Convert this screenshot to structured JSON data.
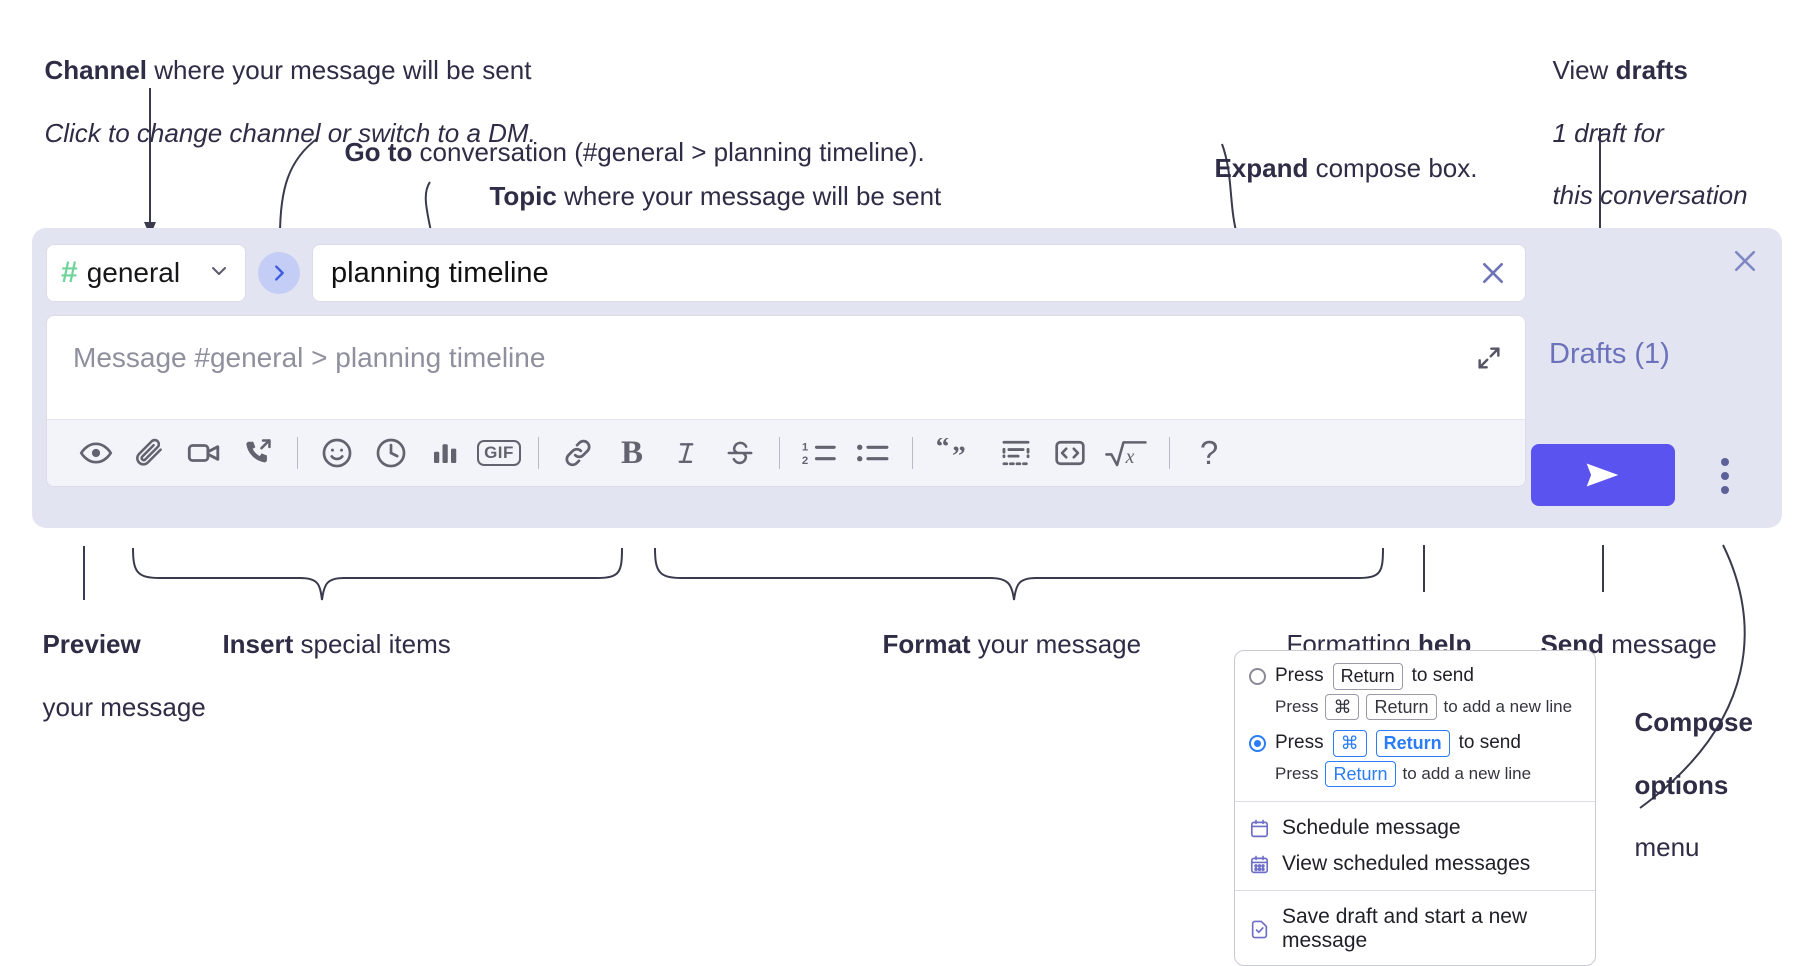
{
  "annotations": {
    "channel": {
      "bold": "Channel",
      "rest": " where your message will be sent",
      "italic": "Click to change channel or switch to a DM."
    },
    "goto": {
      "bold": "Go to",
      "rest": " conversation (#general > planning timeline)."
    },
    "topic": {
      "bold": "Topic",
      "rest": " where your message will be sent"
    },
    "expand": {
      "bold": "Expand",
      "rest": " compose box."
    },
    "drafts": {
      "line1a": "View ",
      "line1b": "drafts",
      "line2": "1 draft for",
      "line3": "this conversation"
    },
    "preview": {
      "bold": "Preview",
      "rest": "your message"
    },
    "insert": {
      "bold": "Insert",
      "rest": " special items"
    },
    "format": {
      "bold": "Format",
      "rest": " your message"
    },
    "help": {
      "rest": "Formatting ",
      "bold": "help"
    },
    "send": {
      "bold": "Send",
      "rest": " message"
    },
    "compose_options": {
      "bold1": "Compose",
      "bold2": "options",
      "rest": "menu"
    }
  },
  "compose": {
    "channel_name": "general",
    "channel_hash": "#",
    "goto_icon": "chevron-right-icon",
    "topic_value": "planning timeline",
    "topic_clear_icon": "close-icon",
    "message_placeholder": "Message #general > planning timeline",
    "expand_icon": "expand-icon",
    "panel_close_icon": "close-icon",
    "drafts_label": "Drafts (1)",
    "send_icon": "send-paper-plane-icon",
    "options_icon": "kebab-menu-icon"
  },
  "toolbar": {
    "items": [
      {
        "name": "preview-icon",
        "label": "Preview"
      },
      {
        "name": "attachment-paperclip-icon",
        "label": "Attach file"
      },
      {
        "name": "video-camera-icon",
        "label": "Record video clip"
      },
      {
        "name": "phone-forward-icon",
        "label": "Record audio clip"
      },
      {
        "name": "separator",
        "label": ""
      },
      {
        "name": "emoji-smiley-icon",
        "label": "Emoji"
      },
      {
        "name": "clock-icon",
        "label": "Reminder"
      },
      {
        "name": "poll-bar-chart-icon",
        "label": "Poll"
      },
      {
        "name": "gif-icon",
        "label": "GIF"
      },
      {
        "name": "separator",
        "label": ""
      },
      {
        "name": "link-icon",
        "label": "Link"
      },
      {
        "name": "bold-icon",
        "label": "Bold"
      },
      {
        "name": "italic-icon",
        "label": "Italic"
      },
      {
        "name": "strikethrough-icon",
        "label": "Strikethrough"
      },
      {
        "name": "separator",
        "label": ""
      },
      {
        "name": "ordered-list-icon",
        "label": "Ordered list"
      },
      {
        "name": "bulleted-list-icon",
        "label": "Bulleted list"
      },
      {
        "name": "separator",
        "label": ""
      },
      {
        "name": "blockquote-icon",
        "label": "Blockquote"
      },
      {
        "name": "code-block-icon",
        "label": "Code block"
      },
      {
        "name": "inline-code-icon",
        "label": "Code"
      },
      {
        "name": "math-icon",
        "label": "Math"
      },
      {
        "name": "separator",
        "label": ""
      },
      {
        "name": "help-question-icon",
        "label": "Formatting help"
      }
    ],
    "gif_label": "GIF",
    "bold_label": "B",
    "italic_label": "I",
    "help_label": "?"
  },
  "options_menu": {
    "option1": {
      "pre": "Press",
      "key": "Return",
      "post": "to send",
      "selected": false
    },
    "option1_sub": {
      "pre": "Press",
      "key1": "⌘",
      "key2": "Return",
      "post": "to add a new line"
    },
    "option2": {
      "pre": "Press",
      "key1": "⌘",
      "key2": "Return",
      "post": "to send",
      "selected": true
    },
    "option2_sub": {
      "pre": "Press",
      "key": "Return",
      "post": "to add a new line"
    },
    "items": [
      {
        "icon": "calendar-schedule-icon",
        "label": "Schedule message"
      },
      {
        "icon": "calendar-grid-icon",
        "label": "View scheduled messages"
      },
      {
        "icon": "save-draft-check-icon",
        "label": "Save draft and start a new message"
      }
    ]
  },
  "colors": {
    "panel_bg": "#e3e4f1",
    "accent_purple": "#5a53f0",
    "hash_green": "#6fd39a",
    "goto_blue": "#c3cdf5",
    "drafts_text": "#6b72bb",
    "key_blue": "#2a7cf7"
  }
}
